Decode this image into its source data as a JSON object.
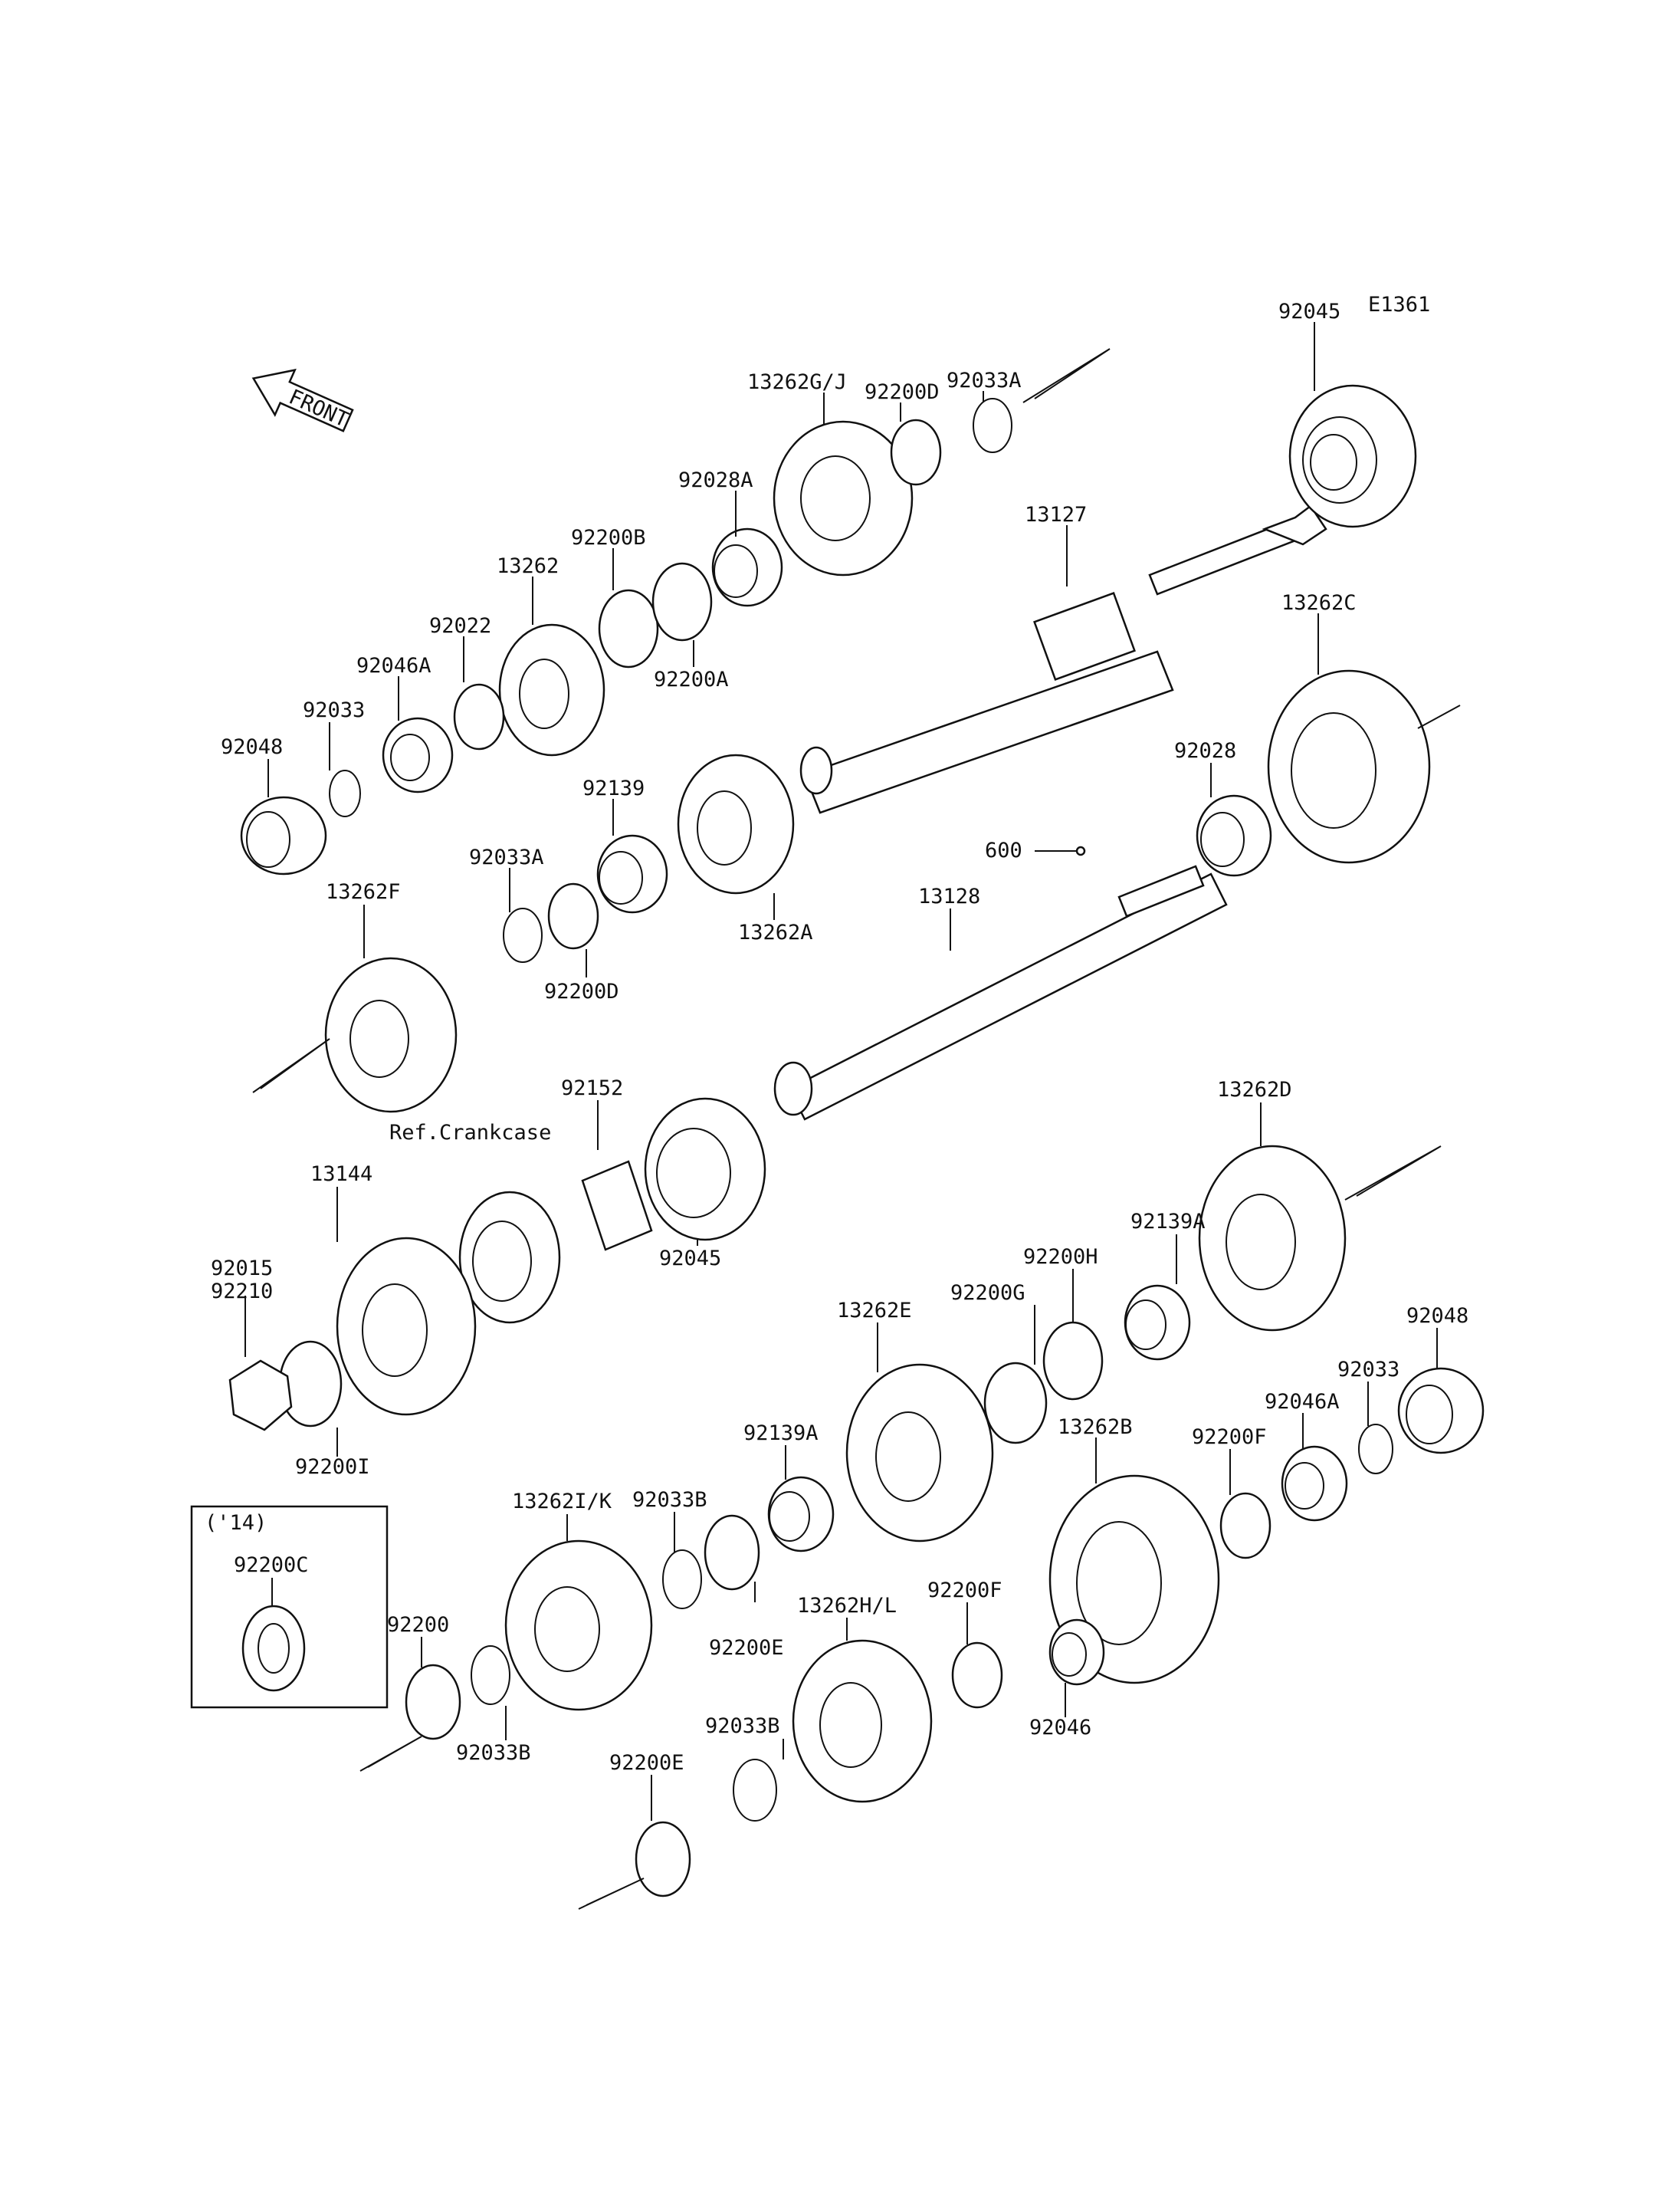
{
  "diagram_code": "E1361",
  "front_label": "FRONT",
  "ref_crankcase": "Ref.Crankcase",
  "inset_year": "('14)",
  "labels": {
    "p92033A_top": "92033A",
    "p92200D_top": "92200D",
    "p13262GJ": "13262G/J",
    "p92045_top": "92045",
    "p92028A": "92028A",
    "p13127": "13127",
    "p92200B": "92200B",
    "p13262": "13262",
    "p92022": "92022",
    "p13262C": "13262C",
    "p92046A_top": "92046A",
    "p92200A": "92200A",
    "p92033_top": "92033",
    "p92048_top": "92048",
    "p92028": "92028",
    "p92139": "92139",
    "p600": "600",
    "p92033A_mid": "92033A",
    "p13262F": "13262F",
    "p13262A": "13262A",
    "p13128": "13128",
    "p92200D_mid": "92200D",
    "p92152": "92152",
    "p13262D": "13262D",
    "p13144": "13144",
    "p92139A_right": "92139A",
    "p92200H": "92200H",
    "p92045_bottom": "92045",
    "p92015": "92015",
    "p92210": "92210",
    "p92200G": "92200G",
    "p13262E": "13262E",
    "p92048_bottom": "92048",
    "p92033_bottom": "92033",
    "p92200I": "92200I",
    "p92046A_bottom": "92046A",
    "p92139A_left": "92139A",
    "p13262B": "13262B",
    "p92200F_right": "92200F",
    "p13262IK": "13262I/K",
    "p92033B_top": "92033B",
    "p92200C": "92200C",
    "p13262HL": "13262H/L",
    "p92200F_left": "92200F",
    "p92200": "92200",
    "p92200E_mid": "92200E",
    "p92033B_mid": "92033B",
    "p92046": "92046",
    "p92033B_left": "92033B",
    "p92200E_bottom": "92200E"
  }
}
